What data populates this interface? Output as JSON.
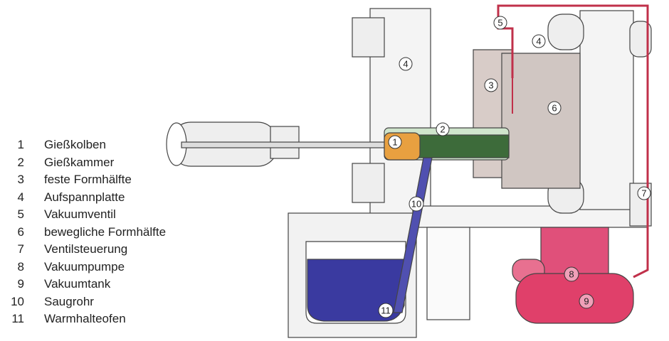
{
  "legend": [
    {
      "num": "1",
      "label": "Gießkolben"
    },
    {
      "num": "2",
      "label": "Gießkammer"
    },
    {
      "num": "3",
      "label": "feste Formhälfte"
    },
    {
      "num": "4",
      "label": "Aufspannplatte"
    },
    {
      "num": "5",
      "label": "Vakuumventil"
    },
    {
      "num": "6",
      "label": "bewegliche Formhälfte"
    },
    {
      "num": "7",
      "label": "Ventilsteuerung"
    },
    {
      "num": "8",
      "label": "Vakuumpumpe"
    },
    {
      "num": "9",
      "label": "Vakuumtank"
    },
    {
      "num": "10",
      "label": "Saugrohr"
    },
    {
      "num": "11",
      "label": "Warmhalteofen"
    }
  ],
  "callouts": {
    "c1": "1",
    "c2": "2",
    "c3": "3",
    "c4a": "4",
    "c4b": "4",
    "c5": "5",
    "c6": "6",
    "c7": "7",
    "c8": "8",
    "c9": "9",
    "c10": "10",
    "c11": "11"
  },
  "colors": {
    "piston": "#e8a040",
    "chamber": "#3d6b3a",
    "melt": "#3a3aa0",
    "pump": "#e0507a",
    "pipe": "#c0304a",
    "mold": "#d8ccc8"
  }
}
